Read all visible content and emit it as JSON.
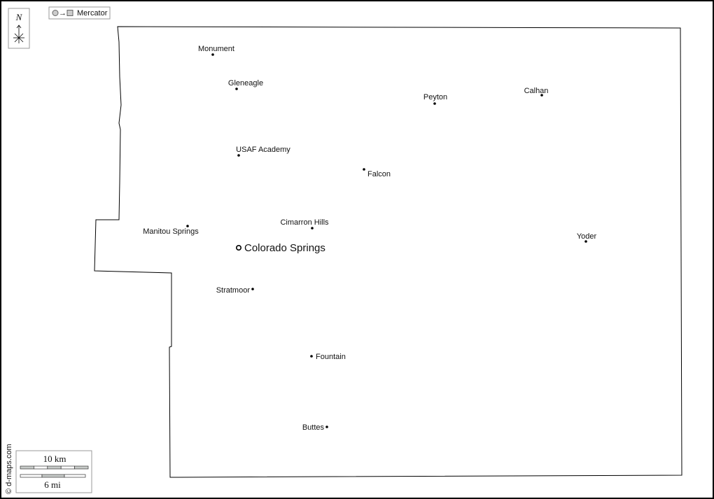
{
  "compass": {
    "north_label": "N"
  },
  "projection": {
    "label": "Mercator"
  },
  "scale": {
    "km_label": "10 km",
    "mi_label": "6 mi"
  },
  "copyright": "© d-maps.com",
  "capital": {
    "name": "Colorado Springs"
  },
  "cities": [
    {
      "name": "Monument"
    },
    {
      "name": "Gleneagle"
    },
    {
      "name": "Peyton"
    },
    {
      "name": "Calhan"
    },
    {
      "name": "USAF Academy"
    },
    {
      "name": "Falcon"
    },
    {
      "name": "Cimarron Hills"
    },
    {
      "name": "Manitou Springs"
    },
    {
      "name": "Yoder"
    },
    {
      "name": "Stratmoor"
    },
    {
      "name": "Fountain"
    },
    {
      "name": "Buttes"
    }
  ],
  "colors": {
    "border": "#000000",
    "scale_fill": "#c8ccca"
  }
}
